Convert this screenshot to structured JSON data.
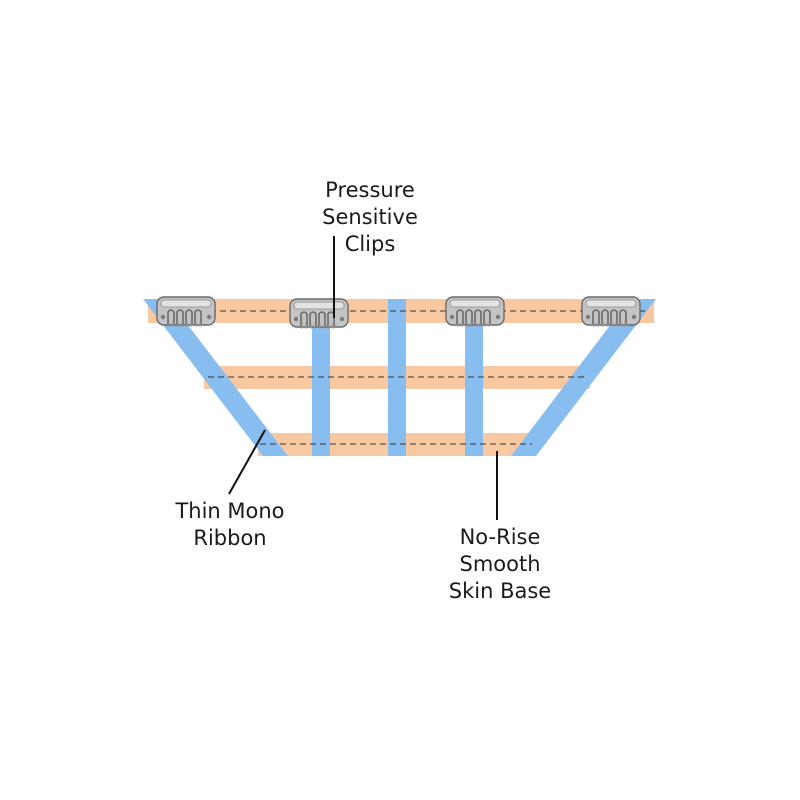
{
  "diagram": {
    "labels": {
      "clips": [
        "Pressure",
        "Sensitive",
        "Clips"
      ],
      "mono": [
        "Thin Mono",
        "Ribbon"
      ],
      "base": [
        "No-Rise",
        "Smooth",
        "Skin Base"
      ]
    },
    "colors": {
      "weft": "#f8c9a0",
      "ribbon": "#88bdf0",
      "clip_body": "#c4c4c4",
      "clip_outline": "#6a6a6a",
      "stitch": "#333333",
      "leader": "#111111"
    },
    "icons": {
      "clip": "hair-clip-icon"
    }
  }
}
